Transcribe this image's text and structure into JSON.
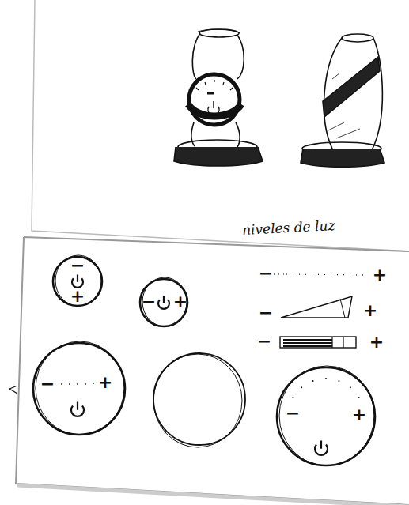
{
  "diagram": {
    "nodes": [
      {
        "text": [
          "−",
          "+"
        ]
      },
      {
        "text": [
          "−",
          "+"
        ]
      },
      {
        "text": [
          "−",
          "+"
        ]
      },
      {
        "text": [
          "−",
          "+"
        ]
      }
    ],
    "labels": [
      "niveles de luz",
      "−",
      "+",
      "−",
      "+",
      "−",
      "+"
    ]
  }
}
